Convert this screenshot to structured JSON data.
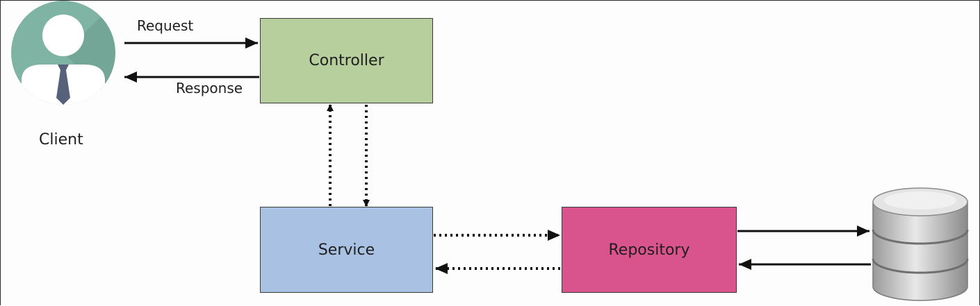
{
  "nodes": {
    "client": "Client",
    "controller": "Controller",
    "service": "Service",
    "repository": "Repository"
  },
  "edges": {
    "request": "Request",
    "response": "Response"
  },
  "colors": {
    "controller": "#b7cf9c",
    "service": "#a9c2e3",
    "repository": "#d9538d",
    "avatar_circle": "#7fb3a4",
    "avatar_shadow": "#6a9b8c",
    "tie": "#55627a",
    "database": "#c6c6c6"
  },
  "icons": {
    "client": "user-avatar-icon",
    "database": "database-icon"
  }
}
